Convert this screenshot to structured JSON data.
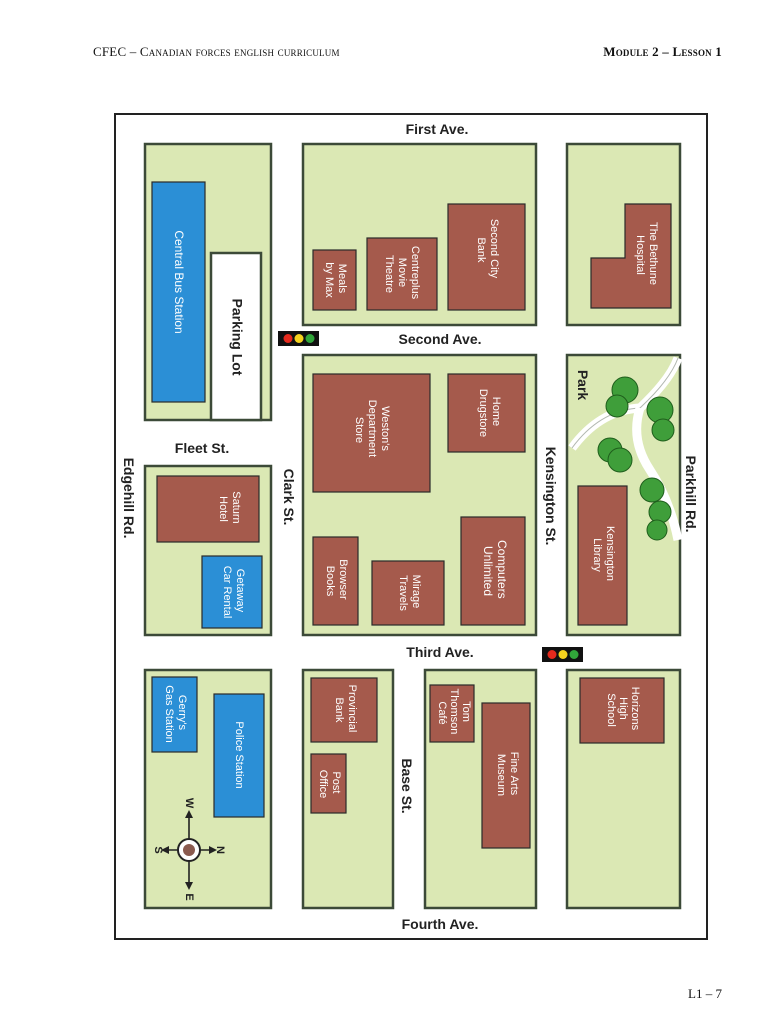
{
  "header": {
    "left": "CFEC – Canadian forces english curriculum",
    "right": "Module 2 – Lesson 1"
  },
  "footer": {
    "page": "L1 – 7"
  },
  "streets": {
    "first_ave": "First Ave.",
    "second_ave": "Second Ave.",
    "third_ave": "Third Ave.",
    "fourth_ave": "Fourth Ave.",
    "fleet_st": "Fleet St.",
    "edgehill_rd": "Edgehill Rd.",
    "clark_st": "Clark St.",
    "kensington_st": "Kensington St.",
    "parkhill_rd": "Parkhill Rd.",
    "base_st": "Base St."
  },
  "places": {
    "central_bus_station": "Central Bus Station",
    "parking_lot": "Parking Lot",
    "meals_by_max": [
      "Meals",
      "by Max"
    ],
    "centreplus_theatre": [
      "Centreplus",
      "Movie",
      "Theatre"
    ],
    "second_city_bank": [
      "Second City",
      "Bank"
    ],
    "bethune_hospital": [
      "The Bethune",
      "Hospital"
    ],
    "westons_store": [
      "Weston's",
      "Department",
      "Store"
    ],
    "home_drugstore": [
      "Home",
      "Drugstore"
    ],
    "park": "Park",
    "saturn_hotel": [
      "Saturn",
      "Hotel"
    ],
    "getaway_car_rental": [
      "Getaway",
      "Car Rental"
    ],
    "browser_books": [
      "Browser",
      "Books"
    ],
    "mirage_travels": [
      "Mirage",
      "Travels"
    ],
    "computers_unlimited": [
      "Computers",
      "Unlimited"
    ],
    "kensington_library": [
      "Kensington",
      "Library"
    ],
    "gerrys_gas_station": [
      "Gerry's",
      "Gas Station"
    ],
    "police_station": "Police Station",
    "provincial_bank": [
      "Provincial",
      "Bank"
    ],
    "post_office": [
      "Post",
      "Office"
    ],
    "tom_thomson_cafe": [
      "Tom",
      "Thomson",
      "Café"
    ],
    "fine_arts_museum": [
      "Fine Arts",
      "Museum"
    ],
    "horizons_high_school": [
      "Horizons",
      "High",
      "School"
    ]
  },
  "compass": {
    "north": "N",
    "south": "S",
    "east": "E",
    "west": "W"
  },
  "colors": {
    "block": "#dbe8b4",
    "block_edge": "#3c4a38",
    "building_brown": "#a55a4c",
    "building_blue": "#2b8fd6",
    "tree": "#3f9e3a",
    "path": "#ffffff"
  }
}
